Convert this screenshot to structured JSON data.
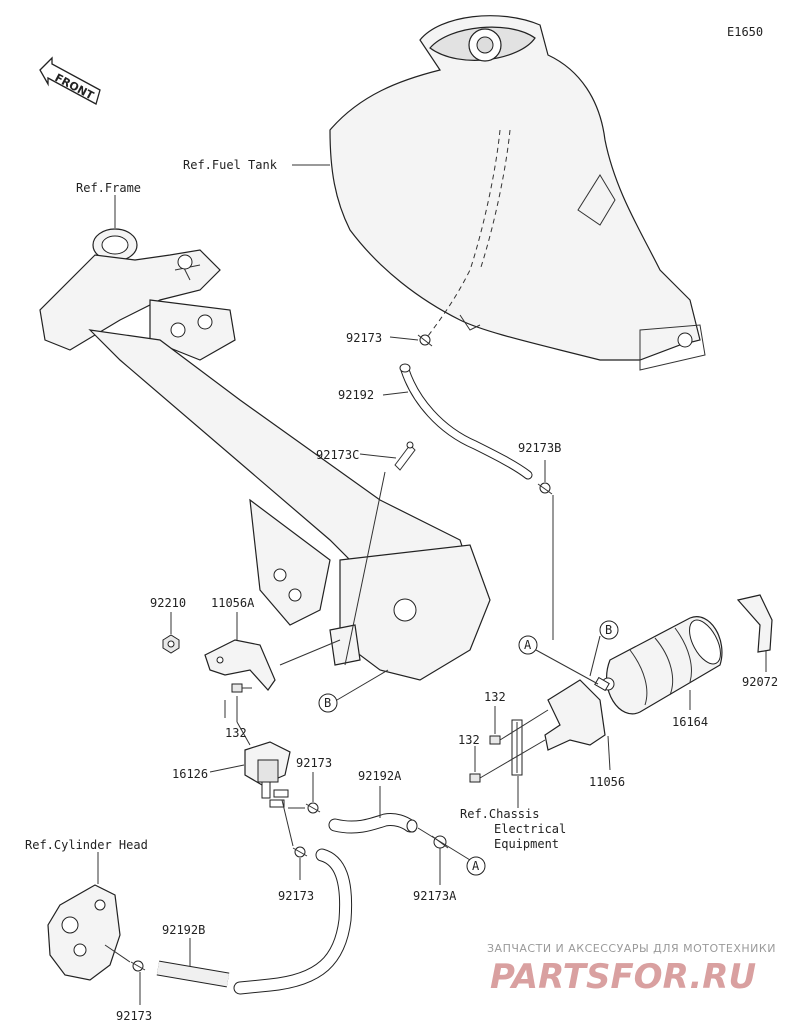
{
  "diagram_code": "E1650",
  "front_label": "FRONT",
  "refs": {
    "fuel_tank": "Ref.Fuel Tank",
    "frame": "Ref.Frame",
    "cylinder_head": "Ref.Cylinder Head",
    "chassis_line1": "Ref.Chassis",
    "chassis_line2": "Electrical",
    "chassis_line3": "Equipment"
  },
  "parts": {
    "p92173_top": "92173",
    "p92192": "92192",
    "p92173C": "92173C",
    "p92173B": "92173B",
    "p92210": "92210",
    "p11056A": "11056A",
    "p132_left": "132",
    "p16126": "16126",
    "p92173_mid": "92173",
    "p92192A": "92192A",
    "p92173_lower": "92173",
    "p92173A": "92173A",
    "p92192B": "92192B",
    "p92173_bottom": "92173",
    "p92072": "92072",
    "p16164": "16164",
    "p132_right_a": "132",
    "p132_right_b": "132",
    "p11056": "11056"
  },
  "callouts": {
    "a_top": "A",
    "b_top": "B",
    "b_frame": "B",
    "a_bottom": "A"
  },
  "watermark": {
    "line1": "ЗАПЧАСТИ И АКСЕССУАРЫ ДЛЯ МОТОТЕХНИКИ",
    "line2": "PARTSFOR.RU"
  }
}
